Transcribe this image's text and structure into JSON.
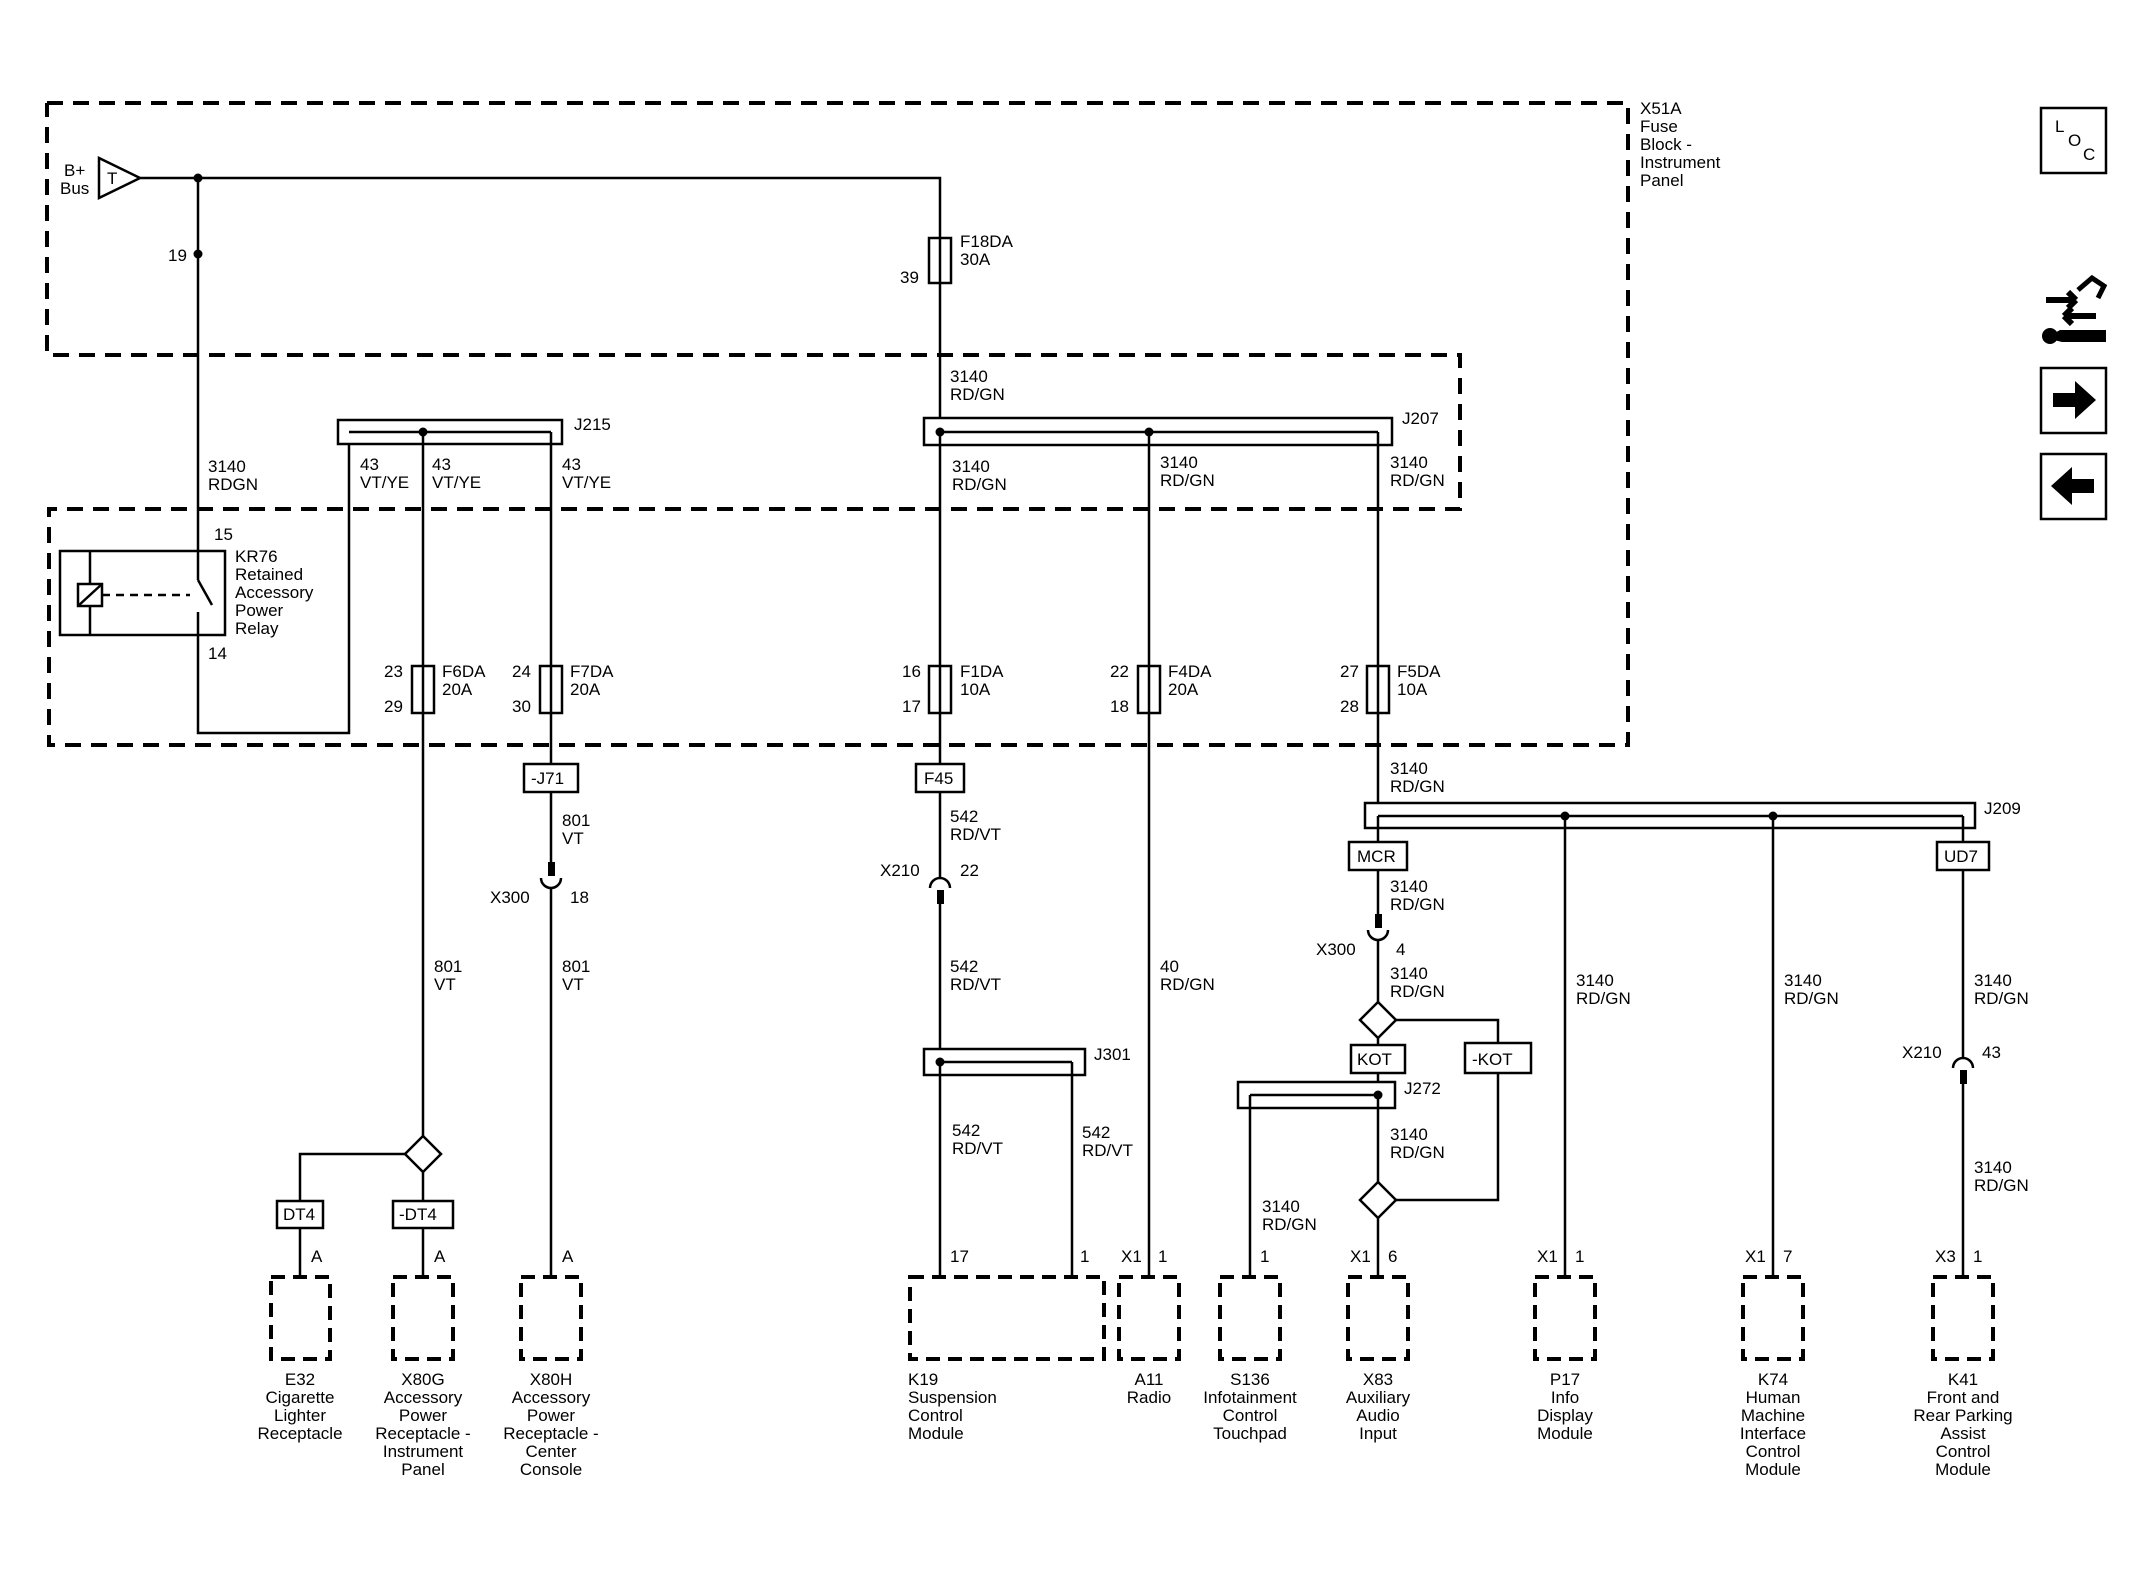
{
  "supply": {
    "label_line1": "B+",
    "label_line2": "Bus",
    "terminal": "T"
  },
  "fuse_block": {
    "line1": "X51A",
    "line2": "Fuse",
    "line3": "Block -",
    "line4": "Instrument",
    "line5": "Panel"
  },
  "relay": {
    "name": "KR76",
    "line2": "Retained",
    "line3": "Accessory",
    "line4": "Power",
    "line5": "Relay",
    "pin_top": "15",
    "pin_bottom": "14"
  },
  "splices": {
    "j215": "J215",
    "j207": "J207",
    "j209": "J209",
    "j301": "J301",
    "j272": "J272"
  },
  "fuses": {
    "f18da": {
      "name": "F18DA",
      "rating": "30A",
      "pin": "39"
    },
    "f6da": {
      "name": "F6DA",
      "rating": "20A",
      "pin_in": "23",
      "pin_out": "29"
    },
    "f7da": {
      "name": "F7DA",
      "rating": "20A",
      "pin_in": "24",
      "pin_out": "30"
    },
    "f1da": {
      "name": "F1DA",
      "rating": "10A",
      "pin_in": "16",
      "pin_out": "17"
    },
    "f4da": {
      "name": "F4DA",
      "rating": "20A",
      "pin_in": "22",
      "pin_out": "18"
    },
    "f5da": {
      "name": "F5DA",
      "rating": "10A",
      "pin_in": "27",
      "pin_out": "28"
    }
  },
  "pins": {
    "b_plus_node": "19"
  },
  "wires": {
    "w3140": "3140",
    "rdgn": "RD/GN",
    "rdgn_plain": "RDGN",
    "w43": "43",
    "vtye": "VT/YE",
    "w801": "801",
    "vt": "VT",
    "w542": "542",
    "rdvt": "RD/VT",
    "w40": "40"
  },
  "options": {
    "j71": "-J71",
    "f45": "F45",
    "mcr": "MCR",
    "ud7": "UD7",
    "kot": "KOT",
    "nkot": "-KOT",
    "dt4": "DT4",
    "ndt4": "-DT4"
  },
  "inline": {
    "x300a": {
      "name": "X300",
      "pin": "18"
    },
    "x210a": {
      "name": "X210",
      "pin": "22"
    },
    "x300b": {
      "name": "X300",
      "pin": "4"
    },
    "x210b": {
      "name": "X210",
      "pin": "43"
    }
  },
  "components": {
    "e32": {
      "pin": "A",
      "lines": [
        "E32",
        "Cigarette",
        "Lighter",
        "Receptacle"
      ]
    },
    "x80g": {
      "pin": "A",
      "lines": [
        "X80G",
        "Accessory",
        "Power",
        "Receptacle -",
        "Instrument",
        "Panel"
      ]
    },
    "x80h": {
      "pin": "A",
      "lines": [
        "X80H",
        "Accessory",
        "Power",
        "Receptacle -",
        "Center",
        "Console"
      ]
    },
    "k19": {
      "pin_a": "17",
      "pin_b": "1",
      "lines": [
        "K19",
        "Suspension",
        "Control",
        "Module"
      ]
    },
    "a11": {
      "conn": "X1",
      "pin": "1",
      "lines": [
        "A11",
        "Radio"
      ]
    },
    "s136": {
      "pin": "1",
      "lines": [
        "S136",
        "Infotainment",
        "Control",
        "Touchpad"
      ]
    },
    "x83": {
      "conn": "X1",
      "pin": "6",
      "lines": [
        "X83",
        "Auxiliary",
        "Audio",
        "Input"
      ]
    },
    "p17": {
      "conn": "X1",
      "pin": "1",
      "lines": [
        "P17",
        "Info",
        "Display",
        "Module"
      ]
    },
    "k74": {
      "conn": "X1",
      "pin": "7",
      "lines": [
        "K74",
        "Human",
        "Machine",
        "Interface",
        "Control",
        "Module"
      ]
    },
    "k41": {
      "conn": "X3",
      "pin": "1",
      "lines": [
        "K41",
        "Front and",
        "Rear Parking",
        "Assist",
        "Control",
        "Module"
      ]
    }
  },
  "nav": {
    "loc_l": "L",
    "loc_o": "O",
    "loc_c": "C"
  }
}
